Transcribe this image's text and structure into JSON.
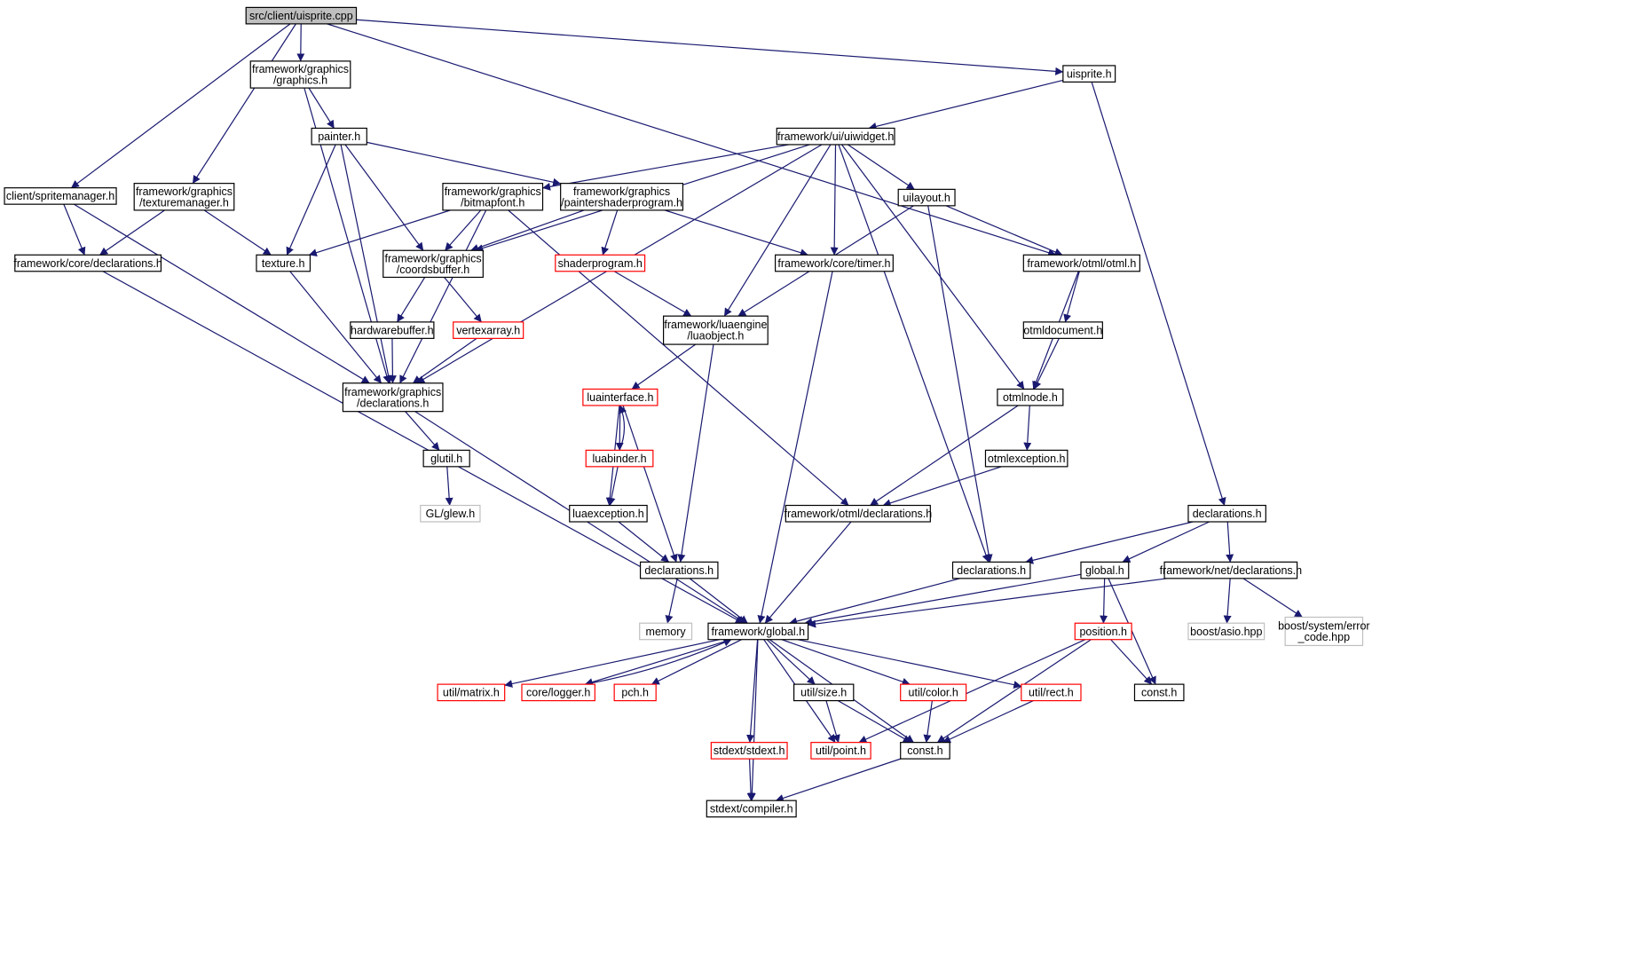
{
  "diagram": {
    "type": "include-dependency-graph",
    "colors": {
      "edge": "#191970",
      "node_border": "#000000",
      "external_border": "#bfbfbf",
      "missing_border": "#ff0000",
      "root_fill": "#bfbfbf"
    },
    "nodes": [
      {
        "id": "root",
        "lines": [
          "src/client/uisprite.cpp"
        ],
        "style": "root"
      },
      {
        "id": "fg_graphics",
        "lines": [
          "framework/graphics",
          "/graphics.h"
        ],
        "style": "normal"
      },
      {
        "id": "uisprite_h",
        "lines": [
          "uisprite.h"
        ],
        "style": "normal"
      },
      {
        "id": "painter",
        "lines": [
          "painter.h"
        ],
        "style": "normal"
      },
      {
        "id": "uiwidget",
        "lines": [
          "framework/ui/uiwidget.h"
        ],
        "style": "normal"
      },
      {
        "id": "spritemgr",
        "lines": [
          "client/spritemanager.h"
        ],
        "style": "normal"
      },
      {
        "id": "texturemgr",
        "lines": [
          "framework/graphics",
          "/texturemanager.h"
        ],
        "style": "normal"
      },
      {
        "id": "bitmapfont",
        "lines": [
          "framework/graphics",
          "/bitmapfont.h"
        ],
        "style": "normal"
      },
      {
        "id": "paintershader",
        "lines": [
          "framework/graphics",
          "/paintershaderprogram.h"
        ],
        "style": "normal"
      },
      {
        "id": "uilayout",
        "lines": [
          "uilayout.h"
        ],
        "style": "normal"
      },
      {
        "id": "core_decl",
        "lines": [
          "framework/core/declarations.h"
        ],
        "style": "normal"
      },
      {
        "id": "texture",
        "lines": [
          "texture.h"
        ],
        "style": "normal"
      },
      {
        "id": "coordsbuffer",
        "lines": [
          "framework/graphics",
          "/coordsbuffer.h"
        ],
        "style": "normal"
      },
      {
        "id": "shaderprogram",
        "lines": [
          "shaderprogram.h"
        ],
        "style": "missing"
      },
      {
        "id": "timer",
        "lines": [
          "framework/core/timer.h"
        ],
        "style": "normal"
      },
      {
        "id": "otml",
        "lines": [
          "framework/otml/otml.h"
        ],
        "style": "normal"
      },
      {
        "id": "hwbuffer",
        "lines": [
          "hardwarebuffer.h"
        ],
        "style": "normal"
      },
      {
        "id": "vertexarray",
        "lines": [
          "vertexarray.h"
        ],
        "style": "missing"
      },
      {
        "id": "luaobject",
        "lines": [
          "framework/luaengine",
          "/luaobject.h"
        ],
        "style": "normal"
      },
      {
        "id": "otmldocument",
        "lines": [
          "otmldocument.h"
        ],
        "style": "normal"
      },
      {
        "id": "g_decl",
        "lines": [
          "framework/graphics",
          "/declarations.h"
        ],
        "style": "normal"
      },
      {
        "id": "luainterface",
        "lines": [
          "luainterface.h"
        ],
        "style": "missing"
      },
      {
        "id": "otmlnode",
        "lines": [
          "otmlnode.h"
        ],
        "style": "normal"
      },
      {
        "id": "glutil",
        "lines": [
          "glutil.h"
        ],
        "style": "normal"
      },
      {
        "id": "luabinder",
        "lines": [
          "luabinder.h"
        ],
        "style": "missing"
      },
      {
        "id": "otmlexception",
        "lines": [
          "otmlexception.h"
        ],
        "style": "normal"
      },
      {
        "id": "glew",
        "lines": [
          "GL/glew.h"
        ],
        "style": "external"
      },
      {
        "id": "luaexception",
        "lines": [
          "luaexception.h"
        ],
        "style": "normal"
      },
      {
        "id": "otml_decl",
        "lines": [
          "framework/otml/declarations.h"
        ],
        "style": "normal"
      },
      {
        "id": "decl_h",
        "lines": [
          "declarations.h"
        ],
        "style": "normal"
      },
      {
        "id": "lua_decl",
        "lines": [
          "declarations.h"
        ],
        "style": "normal"
      },
      {
        "id": "ui_decl",
        "lines": [
          "declarations.h"
        ],
        "style": "normal"
      },
      {
        "id": "global_h",
        "lines": [
          "global.h"
        ],
        "style": "normal"
      },
      {
        "id": "net_decl",
        "lines": [
          "framework/net/declarations.h"
        ],
        "style": "normal"
      },
      {
        "id": "memory",
        "lines": [
          "memory"
        ],
        "style": "external"
      },
      {
        "id": "fw_global",
        "lines": [
          "framework/global.h"
        ],
        "style": "normal"
      },
      {
        "id": "position",
        "lines": [
          "position.h"
        ],
        "style": "missing"
      },
      {
        "id": "boost_asio",
        "lines": [
          "boost/asio.hpp"
        ],
        "style": "external"
      },
      {
        "id": "boost_err",
        "lines": [
          "boost/system/error",
          "_code.hpp"
        ],
        "style": "external"
      },
      {
        "id": "matrix",
        "lines": [
          "util/matrix.h"
        ],
        "style": "missing"
      },
      {
        "id": "logger",
        "lines": [
          "core/logger.h"
        ],
        "style": "missing"
      },
      {
        "id": "pch",
        "lines": [
          "pch.h"
        ],
        "style": "missing"
      },
      {
        "id": "size",
        "lines": [
          "util/size.h"
        ],
        "style": "normal"
      },
      {
        "id": "color",
        "lines": [
          "util/color.h"
        ],
        "style": "missing"
      },
      {
        "id": "rect",
        "lines": [
          "util/rect.h"
        ],
        "style": "missing"
      },
      {
        "id": "const_r",
        "lines": [
          "const.h"
        ],
        "style": "normal"
      },
      {
        "id": "stdext",
        "lines": [
          "stdext/stdext.h"
        ],
        "style": "missing"
      },
      {
        "id": "point",
        "lines": [
          "util/point.h"
        ],
        "style": "missing"
      },
      {
        "id": "const_c",
        "lines": [
          "const.h"
        ],
        "style": "normal"
      },
      {
        "id": "compiler",
        "lines": [
          "stdext/compiler.h"
        ],
        "style": "normal"
      }
    ],
    "edges": [
      [
        "root",
        "fg_graphics"
      ],
      [
        "root",
        "uisprite_h"
      ],
      [
        "root",
        "spritemgr"
      ],
      [
        "root",
        "texturemgr"
      ],
      [
        "root",
        "otml"
      ],
      [
        "fg_graphics",
        "painter"
      ],
      [
        "fg_graphics",
        "g_decl"
      ],
      [
        "uisprite_h",
        "uiwidget"
      ],
      [
        "uisprite_h",
        "decl_h"
      ],
      [
        "painter",
        "paintershader"
      ],
      [
        "painter",
        "texture"
      ],
      [
        "painter",
        "coordsbuffer"
      ],
      [
        "painter",
        "g_decl"
      ],
      [
        "uiwidget",
        "bitmapfont"
      ],
      [
        "uiwidget",
        "coordsbuffer"
      ],
      [
        "uiwidget",
        "g_decl"
      ],
      [
        "uiwidget",
        "uilayout"
      ],
      [
        "uiwidget",
        "timer"
      ],
      [
        "uiwidget",
        "luaobject"
      ],
      [
        "uiwidget",
        "otmlnode"
      ],
      [
        "uiwidget",
        "ui_decl"
      ],
      [
        "spritemgr",
        "core_decl"
      ],
      [
        "spritemgr",
        "g_decl"
      ],
      [
        "texturemgr",
        "core_decl"
      ],
      [
        "texturemgr",
        "texture"
      ],
      [
        "bitmapfont",
        "texture"
      ],
      [
        "bitmapfont",
        "coordsbuffer"
      ],
      [
        "bitmapfont",
        "g_decl"
      ],
      [
        "bitmapfont",
        "otml_decl"
      ],
      [
        "paintershader",
        "coordsbuffer"
      ],
      [
        "paintershader",
        "shaderprogram"
      ],
      [
        "paintershader",
        "timer"
      ],
      [
        "uilayout",
        "otml"
      ],
      [
        "uilayout",
        "luaobject"
      ],
      [
        "uilayout",
        "ui_decl"
      ],
      [
        "core_decl",
        "fw_global"
      ],
      [
        "texture",
        "g_decl"
      ],
      [
        "coordsbuffer",
        "hwbuffer"
      ],
      [
        "coordsbuffer",
        "vertexarray"
      ],
      [
        "shaderprogram",
        "luaobject"
      ],
      [
        "timer",
        "fw_global"
      ],
      [
        "otml",
        "otmldocument"
      ],
      [
        "otml",
        "otmlnode"
      ],
      [
        "hwbuffer",
        "g_decl"
      ],
      [
        "vertexarray",
        "g_decl"
      ],
      [
        "luaobject",
        "luainterface"
      ],
      [
        "luaobject",
        "lua_decl"
      ],
      [
        "otmldocument",
        "otmlnode"
      ],
      [
        "g_decl",
        "glutil"
      ],
      [
        "g_decl",
        "fw_global"
      ],
      [
        "luainterface",
        "luabinder"
      ],
      [
        "luainterface",
        "luaexception"
      ],
      [
        "luainterface",
        "lua_decl"
      ],
      [
        "luabinder",
        "luainterface"
      ],
      [
        "luabinder",
        "luaexception"
      ],
      [
        "otmlnode",
        "otmlexception"
      ],
      [
        "otmlnode",
        "otml_decl"
      ],
      [
        "glutil",
        "glew"
      ],
      [
        "otmlexception",
        "otml_decl"
      ],
      [
        "luaexception",
        "lua_decl"
      ],
      [
        "otml_decl",
        "fw_global"
      ],
      [
        "decl_h",
        "ui_decl"
      ],
      [
        "decl_h",
        "global_h"
      ],
      [
        "decl_h",
        "net_decl"
      ],
      [
        "lua_decl",
        "memory"
      ],
      [
        "lua_decl",
        "fw_global"
      ],
      [
        "ui_decl",
        "fw_global"
      ],
      [
        "global_h",
        "fw_global"
      ],
      [
        "global_h",
        "position"
      ],
      [
        "global_h",
        "const_r"
      ],
      [
        "net_decl",
        "fw_global"
      ],
      [
        "net_decl",
        "boost_asio"
      ],
      [
        "net_decl",
        "boost_err"
      ],
      [
        "fw_global",
        "matrix"
      ],
      [
        "fw_global",
        "logger"
      ],
      [
        "fw_global",
        "pch"
      ],
      [
        "fw_global",
        "size"
      ],
      [
        "fw_global",
        "color"
      ],
      [
        "fw_global",
        "rect"
      ],
      [
        "fw_global",
        "stdext"
      ],
      [
        "fw_global",
        "point"
      ],
      [
        "fw_global",
        "const_c"
      ],
      [
        "fw_global",
        "compiler"
      ],
      [
        "logger",
        "fw_global"
      ],
      [
        "position",
        "point"
      ],
      [
        "position",
        "const_c"
      ],
      [
        "position",
        "const_r"
      ],
      [
        "size",
        "point"
      ],
      [
        "size",
        "const_c"
      ],
      [
        "color",
        "const_c"
      ],
      [
        "rect",
        "const_c"
      ],
      [
        "stdext",
        "compiler"
      ],
      [
        "const_c",
        "compiler"
      ]
    ]
  }
}
